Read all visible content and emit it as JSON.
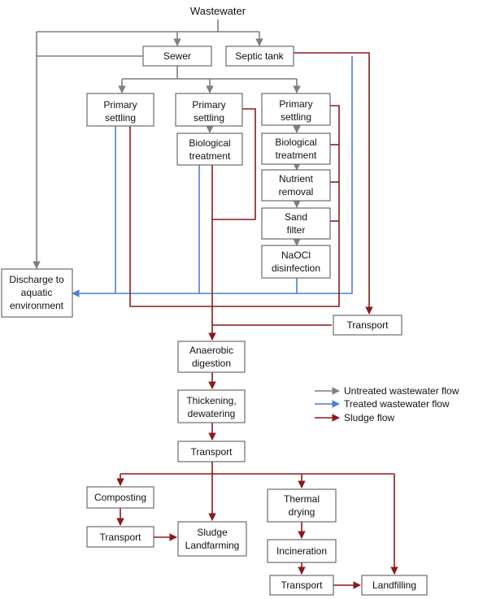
{
  "title": "Wastewater",
  "colors": {
    "untreated": "#7f7f7f",
    "treated": "#4a7fd4",
    "sludge": "#8b1a1a"
  },
  "nodes": {
    "sewer": "Sewer",
    "septic_tank": "Septic tank",
    "primary_settling_1": [
      "Primary",
      "settling"
    ],
    "primary_settling_2": [
      "Primary",
      "settling"
    ],
    "biological_treatment_2": [
      "Biological",
      "treatment"
    ],
    "primary_settling_3": [
      "Primary",
      "settling"
    ],
    "biological_treatment_3": [
      "Biological",
      "treatment"
    ],
    "nutrient_removal": [
      "Nutrient",
      "removal"
    ],
    "sand_filter": [
      "Sand",
      "filter"
    ],
    "naocl_disinfection": [
      "NaOCl",
      "disinfection"
    ],
    "discharge": [
      "Discharge to",
      "aquatic",
      "environment"
    ],
    "transport_septic": "Transport",
    "anaerobic_digestion": [
      "Anaerobic",
      "digestion"
    ],
    "thickening": [
      "Thickening,",
      "dewatering"
    ],
    "transport_main": "Transport",
    "composting": "Composting",
    "thermal_drying": [
      "Thermal",
      "drying"
    ],
    "transport_compost": "Transport",
    "sludge_landfarming": [
      "Sludge",
      "Landfarming"
    ],
    "incineration": "Incineration",
    "transport_incin": "Transport",
    "landfilling": "Landfilling"
  },
  "legend": {
    "untreated": "Untreated wastewater flow",
    "treated": "Treated wastewater flow",
    "sludge": "Sludge flow"
  }
}
